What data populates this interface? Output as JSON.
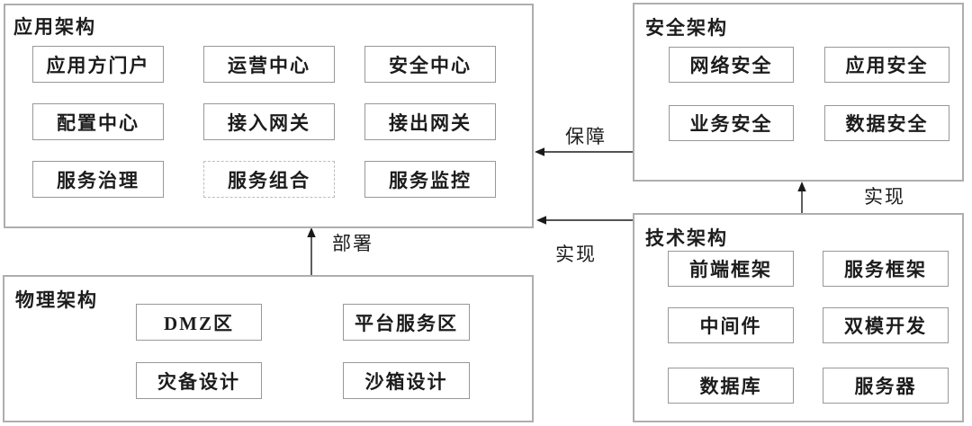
{
  "diagram": {
    "groups": {
      "app": {
        "title": "应用架构",
        "items": [
          "应用方门户",
          "运营中心",
          "安全中心",
          "配置中心",
          "接入网关",
          "接出网关",
          "服务治理",
          "服务组合",
          "服务监控"
        ],
        "dashed_item": "服务组合"
      },
      "security": {
        "title": "安全架构",
        "items": [
          "网络安全",
          "应用安全",
          "业务安全",
          "数据安全"
        ]
      },
      "tech": {
        "title": "技术架构",
        "items": [
          "前端框架",
          "服务框架",
          "中间件",
          "双模开发",
          "数据库",
          "服务器"
        ]
      },
      "physical": {
        "title": "物理架构",
        "items": [
          "DMZ区",
          "平台服务区",
          "灾备设计",
          "沙箱设计"
        ]
      }
    },
    "edges": {
      "guarantee": {
        "label": "保障",
        "from": "安全架构",
        "to": "应用架构"
      },
      "realize_app": {
        "label": "实现",
        "from": "技术架构",
        "to": "应用架构"
      },
      "realize_security": {
        "label": "实现",
        "from": "技术架构",
        "to": "安全架构"
      },
      "deploy": {
        "label": "部署",
        "from": "物理架构",
        "to": "应用架构"
      }
    },
    "colors": {
      "background": "#ffffff",
      "group_border": "#aeaeae",
      "item_border": "#989898",
      "dashed_item_border": "#bdbdbd",
      "arrow": "#1a1a1a",
      "text": "#1c1c1c"
    }
  }
}
